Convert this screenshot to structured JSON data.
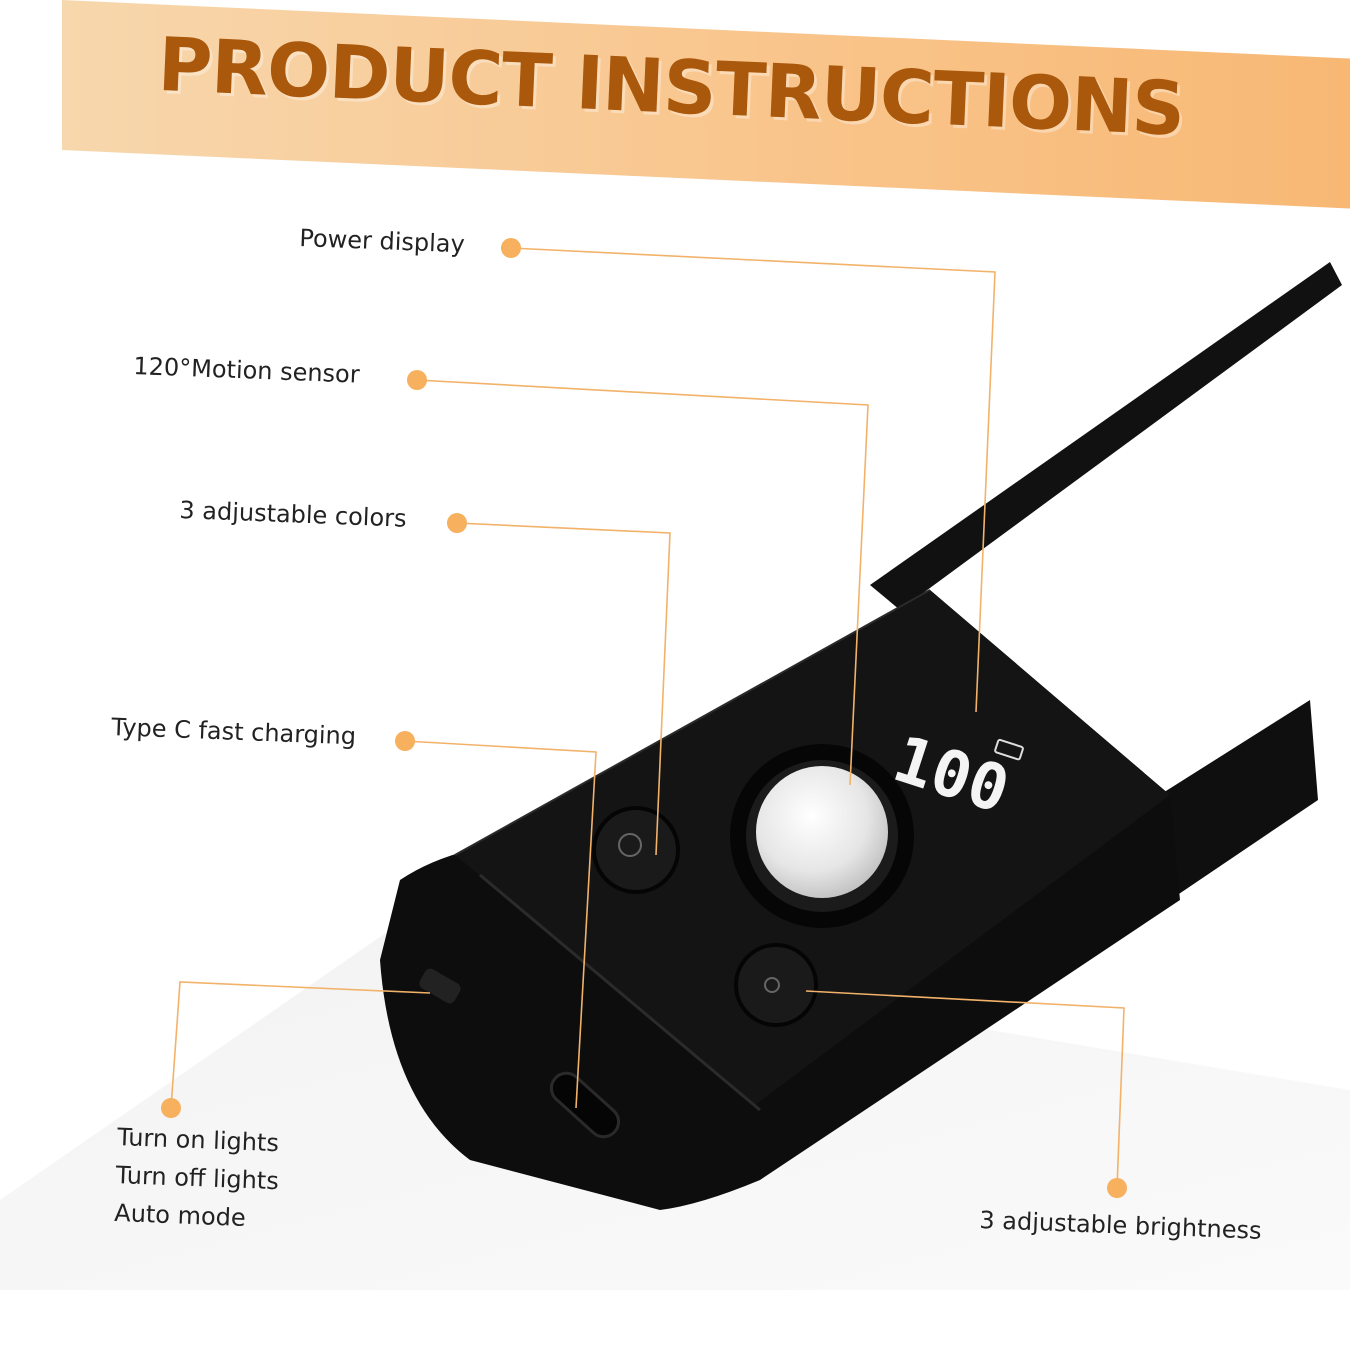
{
  "banner": {
    "title": "PRODUCT INSTRUCTIONS"
  },
  "callouts": {
    "power_display": "Power display",
    "motion_sensor": "120°Motion sensor",
    "colors": "3 adjustable colors",
    "charging": "Type C fast charging",
    "switch_modes": [
      "Turn on lights",
      "Turn off lights",
      "Auto mode"
    ],
    "brightness": "3 adjustable brightness"
  },
  "device": {
    "display_reading": "100"
  },
  "colors": {
    "banner_text": "#a9580c",
    "accent_dot": "#f7b05e",
    "leader_line": "#f2b26a",
    "device_body": "#0d0d0d"
  }
}
